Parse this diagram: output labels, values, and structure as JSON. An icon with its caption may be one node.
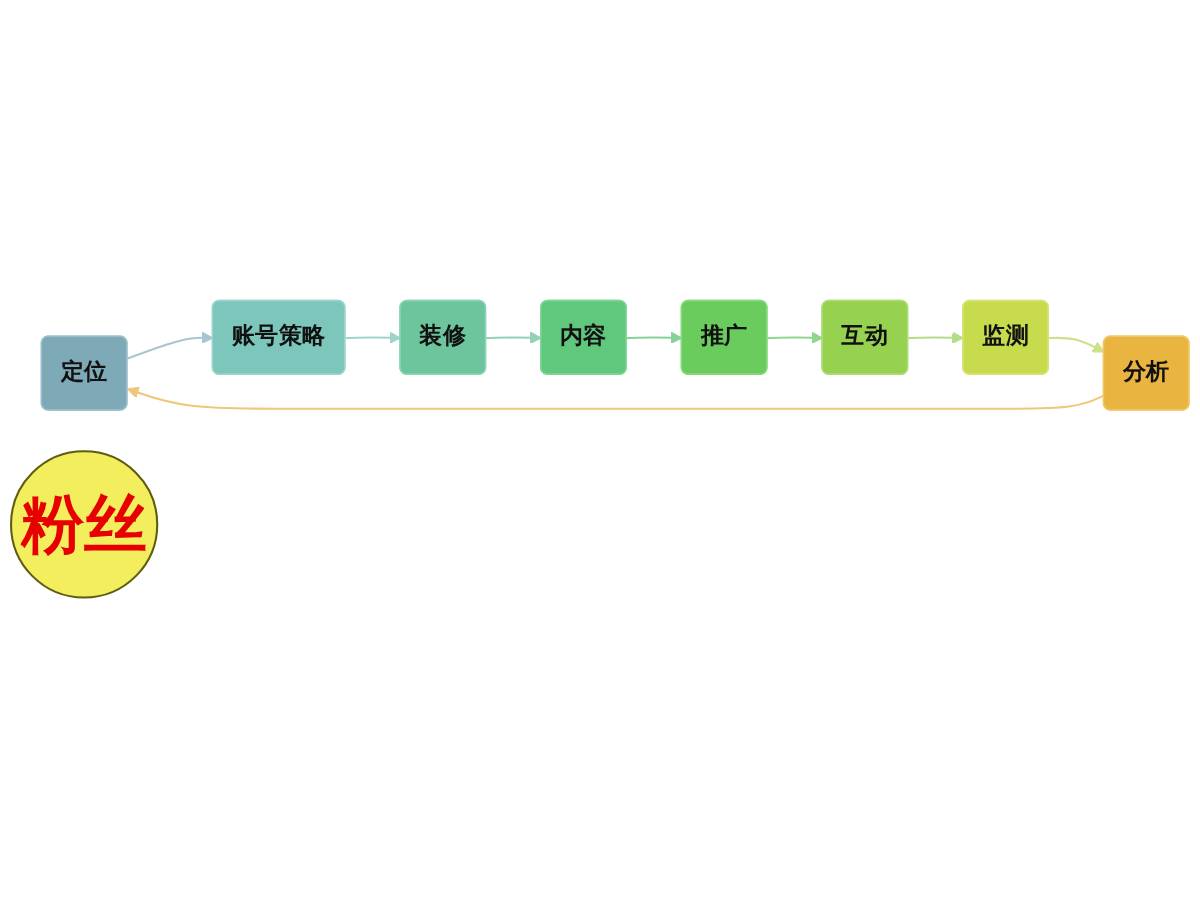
{
  "diagram": {
    "nodes": [
      {
        "text": [
          "定位"
        ]
      },
      {
        "text": [
          "账号策略"
        ]
      },
      {
        "text": [
          "装修"
        ]
      },
      {
        "text": [
          "内容"
        ]
      },
      {
        "text": [
          "推广"
        ]
      },
      {
        "text": [
          "互动"
        ]
      },
      {
        "text": [
          "监测"
        ]
      },
      {
        "text": [
          "分析"
        ]
      },
      {
        "text": [
          "粉丝"
        ]
      }
    ],
    "edges": [
      {
        "from": 0,
        "to": 1,
        "arrow": "to",
        "color": "#a9c6cf"
      },
      {
        "from": 1,
        "to": 2,
        "arrow": "to",
        "color": "#9fd3cb"
      },
      {
        "from": 2,
        "to": 3,
        "arrow": "to",
        "color": "#93d2b6"
      },
      {
        "from": 3,
        "to": 4,
        "arrow": "to",
        "color": "#86d39a"
      },
      {
        "from": 4,
        "to": 5,
        "arrow": "to",
        "color": "#8fd68f"
      },
      {
        "from": 5,
        "to": 6,
        "arrow": "to",
        "color": "#b4dd8a"
      },
      {
        "from": 6,
        "to": 7,
        "arrow": "to",
        "color": "#cbe08a"
      },
      {
        "from": 7,
        "to": 0,
        "arrow": "to",
        "color": "#eec77a"
      }
    ]
  }
}
